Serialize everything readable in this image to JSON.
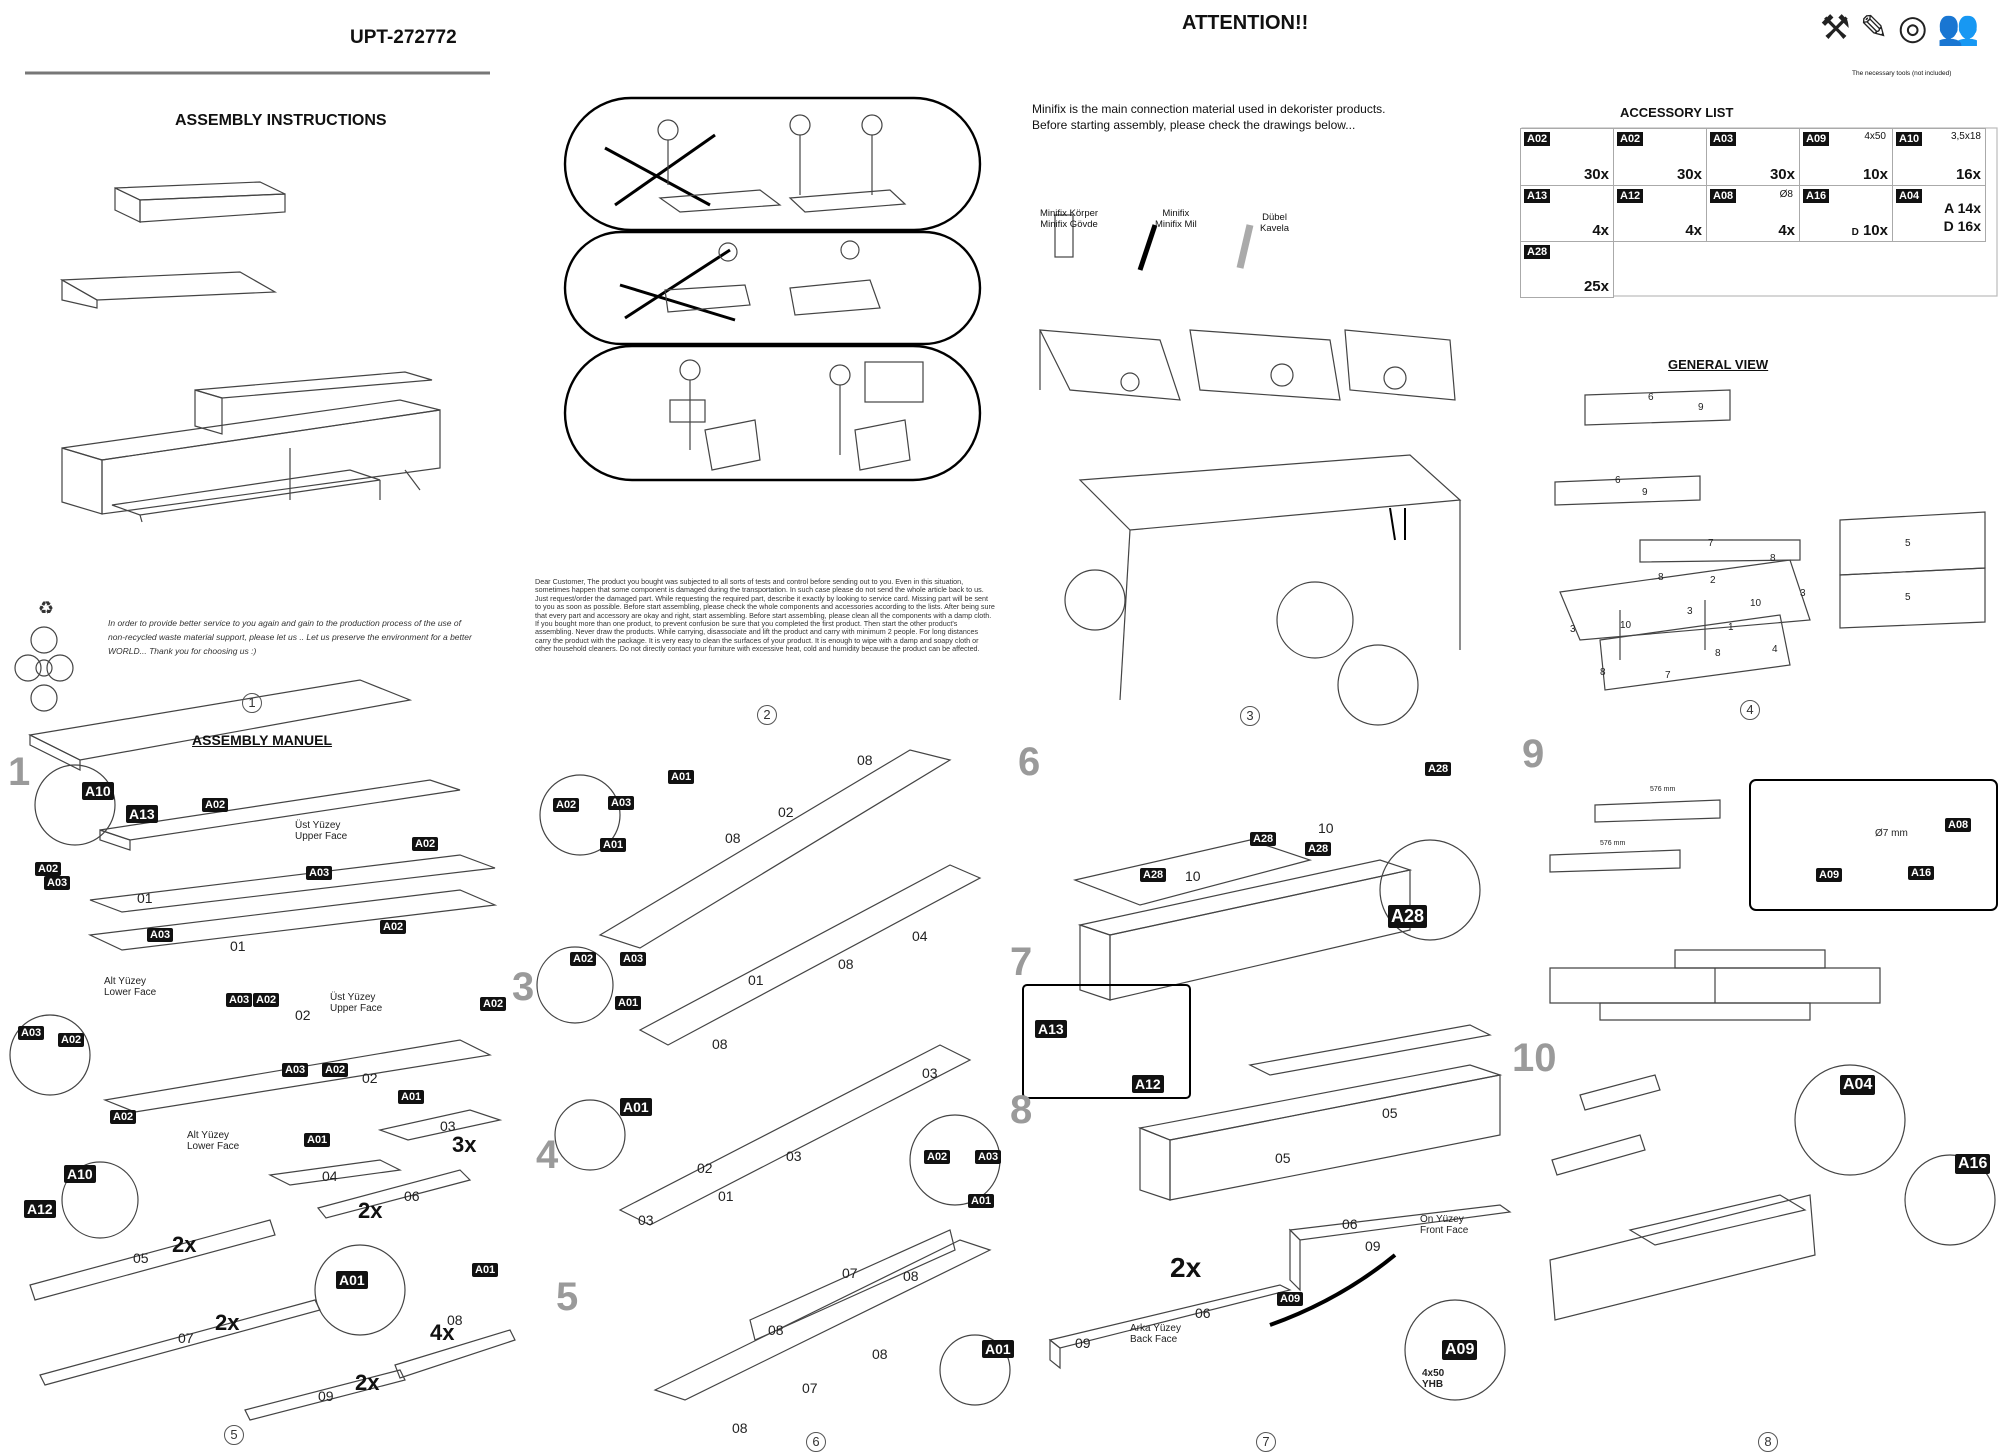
{
  "header": {
    "product_code": "UPT-272772",
    "assembly_instructions": "ASSEMBLY INSTRUCTIONS",
    "attention": "ATTENTION!!",
    "tools_note": "The necessary tools (not included)"
  },
  "page1": {
    "recycle_text": "In order to provide better service to you again and gain to the production process of the use of non-recycled waste material support, please let us .. Let us preserve the environment for a better WORLD... Thank you for choosing us :)",
    "page_no": "1"
  },
  "page2": {
    "notice": "Dear Customer, The product you bought was subjected to all sorts of tests and control before sending out to you. Even in this situation, sometimes happen that some component is damaged during the transportation. In such case please do not send the whole article back to us. Just request/order the damaged part. While requesting the required part, describe it exactly by looking to service card. Missing part will be sent to you as soon as possible. Before start assembling, please check the whole components and accessories according to the lists. After being sure that every part and accessory are okay and right, start assembling. Before start assembling, please clean all the components with a damp cloth. If you bought more than one product, to prevent confusion be sure that you completed the first product. Then start the other product's assembling. Never draw the products. While carrying, disassociate and lift the product and carry with minimum 2 people. For long distances carry the product with the package. It is very easy to clean the surfaces of your product. It is enough to wipe with a damp and soapy cloth or other household cleaners. Do not directly contact your furniture with excessive heat, cold and humidity because the product can be affected.",
    "page_no": "2"
  },
  "page3": {
    "minifix_intro_1": "Minifix is the main connection material used in dekorister products.",
    "minifix_intro_2": "Before starting assembly, please check the drawings below...",
    "labels": [
      {
        "l1": "Minifix Körper",
        "l2": "Minifix Gövde"
      },
      {
        "l1": "Minifix",
        "l2": "Minifix Mil"
      },
      {
        "l1": "Dübel",
        "l2": "Kavela"
      }
    ],
    "page_no": "3"
  },
  "page4": {
    "accessory_title": "ACCESSORY LIST",
    "accessories": [
      {
        "code": "A02",
        "qty": "30x",
        "spec": ""
      },
      {
        "code": "A02",
        "qty": "30x",
        "spec": ""
      },
      {
        "code": "A03",
        "qty": "30x",
        "spec": ""
      },
      {
        "code": "A09",
        "qty": "10x",
        "spec": "4x50"
      },
      {
        "code": "A10",
        "qty": "16x",
        "spec": "3,5x18"
      },
      {
        "code": "A13",
        "qty": "4x",
        "spec": ""
      },
      {
        "code": "A12",
        "qty": "4x",
        "spec": ""
      },
      {
        "code": "A08",
        "qty": "4x",
        "spec": "Ø8"
      },
      {
        "code": "A16",
        "qty": "10x",
        "spec": "D"
      },
      {
        "code": "A04",
        "qty": "A 14x",
        "qty2": "D 16x",
        "spec": ""
      },
      {
        "code": "A28",
        "qty": "25x",
        "spec": ""
      }
    ],
    "general_view_title": "GENERAL VIEW",
    "part_labels": [
      "6",
      "9",
      "6",
      "9",
      "7",
      "8",
      "5",
      "8",
      "2",
      "3",
      "10",
      "3",
      "5",
      "3",
      "10",
      "1",
      "8",
      "4",
      "8",
      "7"
    ],
    "page_no": "4"
  },
  "page5": {
    "title": "ASSEMBLY MANUEL",
    "step": "1",
    "upper_face_tr": "Üst Yüzey",
    "upper_face_en": "Upper Face",
    "lower_face_tr": "Alt Yüzey",
    "lower_face_en": "Lower Face",
    "upper_face2_tr": "Üst Yüzey",
    "upper_face2_en": "Upper Face",
    "lower_face2_tr": "Alt Yüzey",
    "lower_face2_en": "Lower Face",
    "parts": [
      "01",
      "01",
      "02",
      "02",
      "03",
      "04",
      "05",
      "06",
      "07",
      "08",
      "09"
    ],
    "quantities": [
      "3x",
      "2x",
      "2x",
      "2x",
      "4x",
      "2x"
    ],
    "badges": [
      "A10",
      "A13",
      "A02",
      "A03",
      "A02",
      "A03",
      "A02",
      "A03",
      "A02",
      "A03",
      "A02",
      "A03",
      "A02",
      "A02",
      "A03",
      "A02",
      "A01",
      "A02",
      "A10",
      "A12",
      "A01",
      "A01",
      "A01"
    ],
    "page_no": "5"
  },
  "page6": {
    "steps": [
      "3",
      "4",
      "5"
    ],
    "parts": [
      "08",
      "02",
      "08",
      "01",
      "08",
      "04",
      "08",
      "03",
      "02",
      "03",
      "01",
      "03",
      "07",
      "08",
      "08",
      "08",
      "07",
      "08"
    ],
    "badges": [
      "A02",
      "A03",
      "A01",
      "A01",
      "A02",
      "A03",
      "A01",
      "A01",
      "A02",
      "A03",
      "A01",
      "A01"
    ],
    "page_no": "6"
  },
  "page7": {
    "steps": [
      "6",
      "7",
      "8"
    ],
    "parts": [
      "10",
      "10",
      "05",
      "05",
      "06",
      "09",
      "06",
      "09"
    ],
    "badges": [
      "A28",
      "A28",
      "A28",
      "A28",
      "A28",
      "A13",
      "A12",
      "A09",
      "A09"
    ],
    "front_face_tr": "Ön Yüzey",
    "front_face_en": "Front Face",
    "back_face_tr": "Arka Yüzey",
    "back_face_en": "Back Face",
    "qty": "2x",
    "screw_spec": "4x50",
    "screw_type": "YHB",
    "page_no": "7"
  },
  "page8": {
    "steps": [
      "9",
      "10"
    ],
    "measure_1": "576 mm",
    "measure_2": "576 mm",
    "drill": "Ø7 mm",
    "badges": [
      "A08",
      "A09",
      "A16",
      "A04",
      "A16"
    ],
    "page_no": "8"
  }
}
